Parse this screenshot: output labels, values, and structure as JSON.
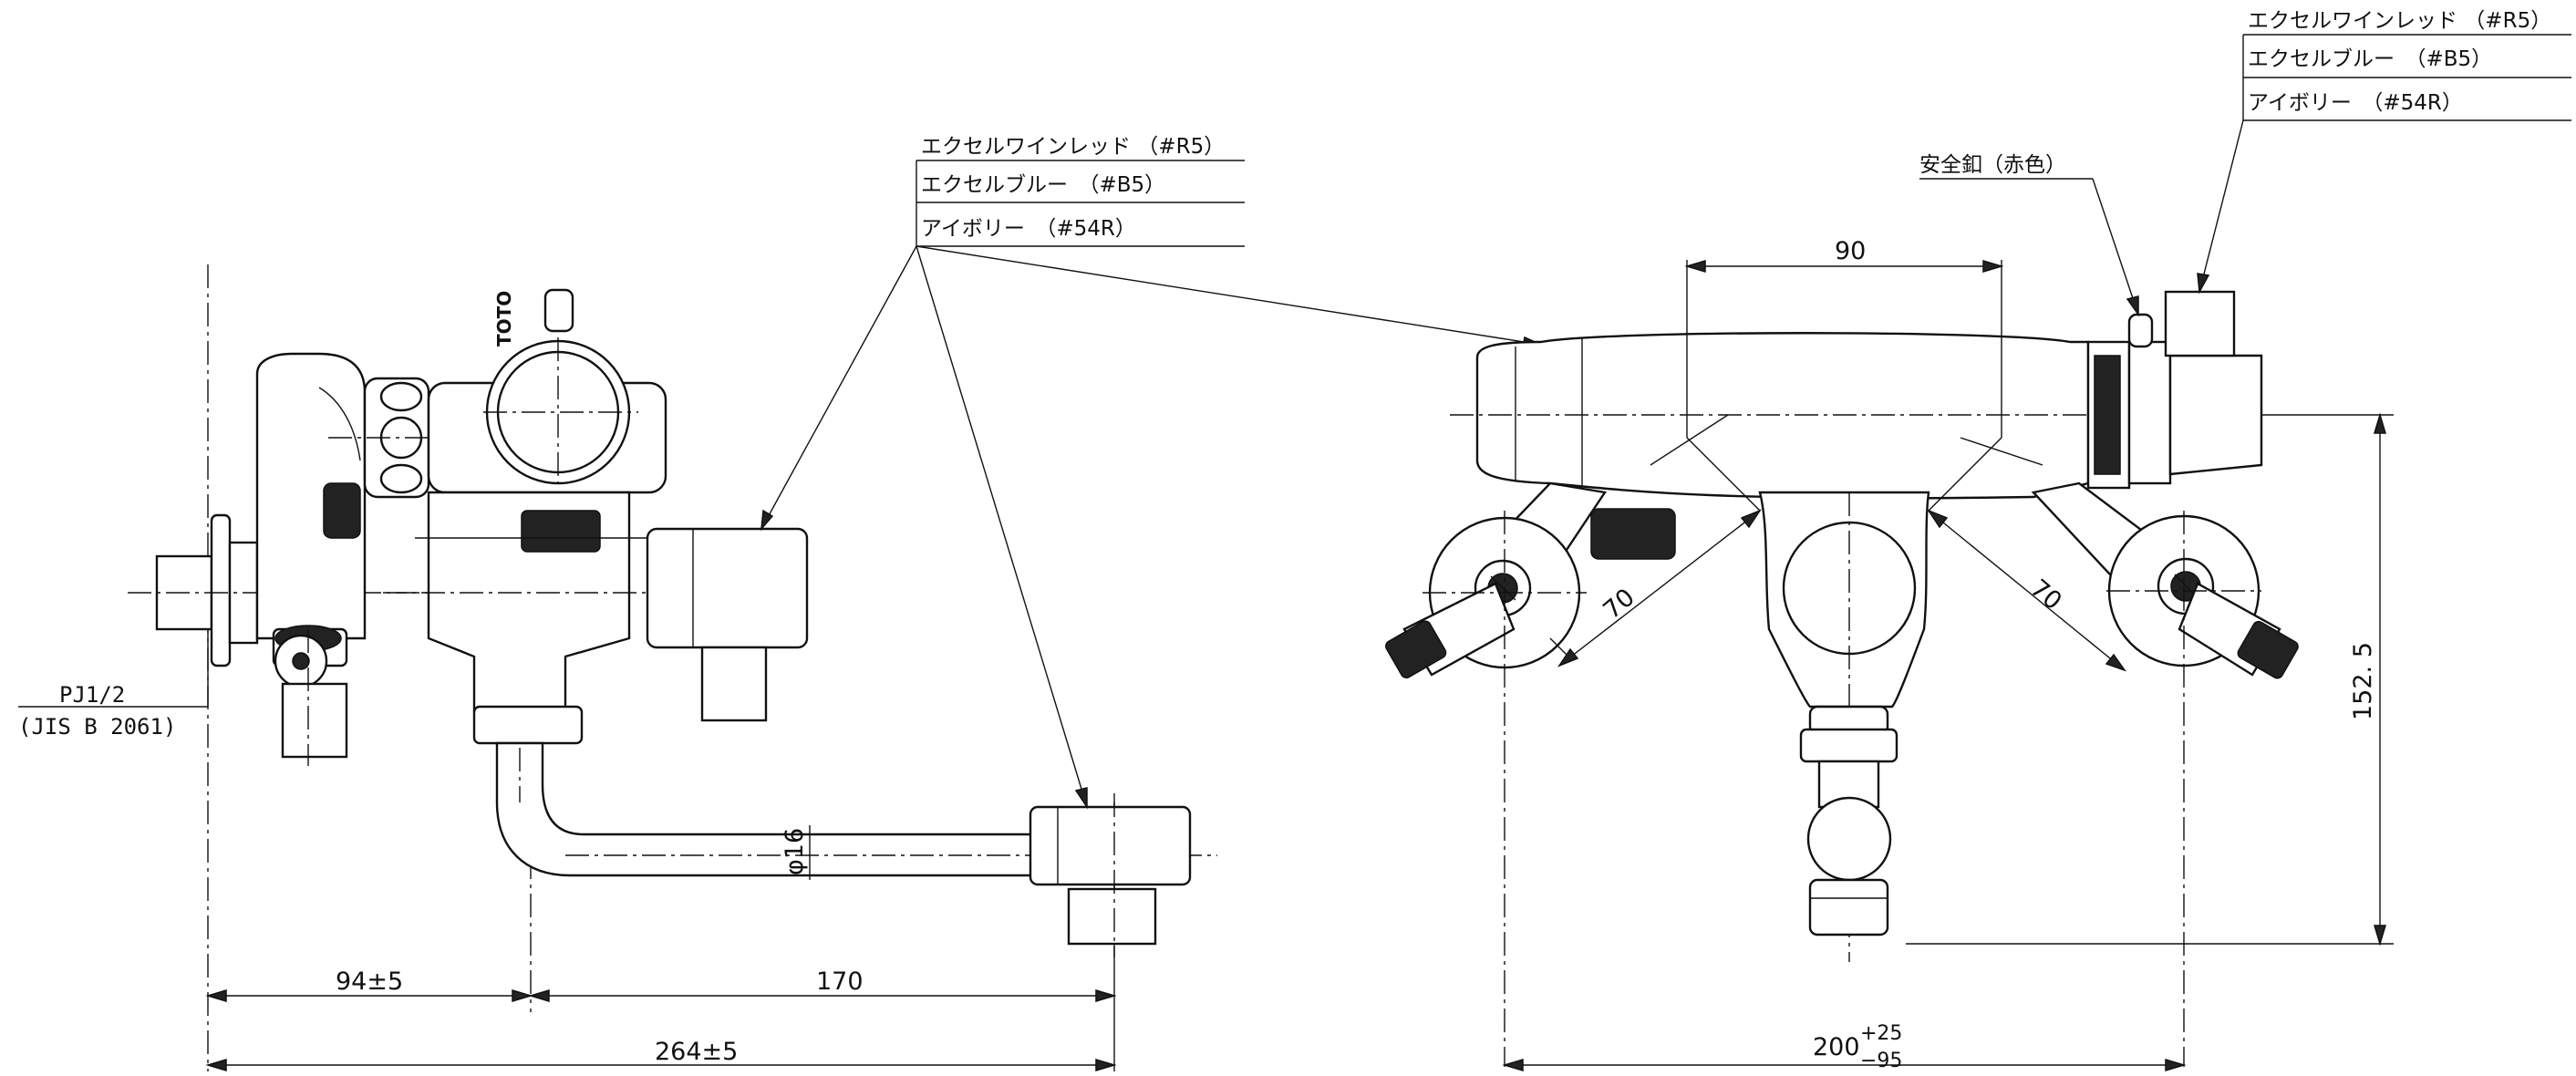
{
  "color_labels": {
    "excel_wine_red": "エクセルワインレッド （#R5）",
    "excel_blue": "エクセルブルー　（#B5）",
    "ivory": "アイボリー　（#54R）"
  },
  "safety_button_label": "安全釦（赤色）",
  "brand_logo": "TOTO",
  "connection": {
    "thread": "PJ1/2",
    "standard": "(JIS B 2061)"
  },
  "dimensions": {
    "left_offset": "94±5",
    "spout_reach": "170",
    "overall_depth": "264±5",
    "pipe_diameter": "φ16",
    "handle_spacing": "90",
    "left_angle_length": "70",
    "right_angle_length": "70",
    "height": "152. 5",
    "pitch_main": "200",
    "pitch_plus": "+25",
    "pitch_minus": "−95"
  },
  "colors": {
    "line": "#111111",
    "background": "#ffffff"
  }
}
